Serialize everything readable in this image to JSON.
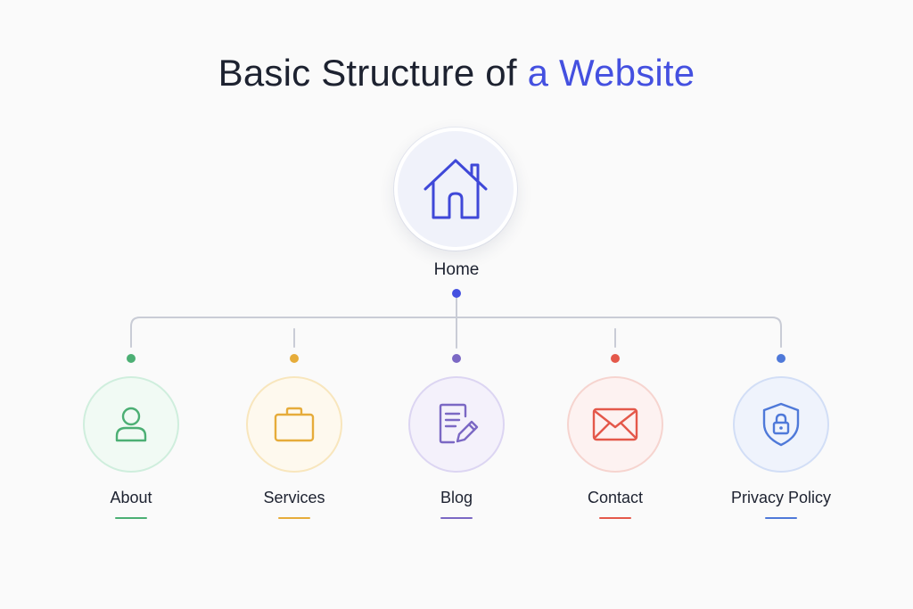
{
  "title": {
    "prefix": "Basic Structure of ",
    "accent": "a Website"
  },
  "home": {
    "label": "Home",
    "icon": "house-icon",
    "color": "#3f48d8"
  },
  "children": [
    {
      "label": "About",
      "icon": "user-icon",
      "color": "#4caf74",
      "fill": "#f1faf4",
      "border": "#cfeedd"
    },
    {
      "label": "Services",
      "icon": "briefcase-icon",
      "color": "#e6ac3a",
      "fill": "#fef9ee",
      "border": "#f8e6bd"
    },
    {
      "label": "Blog",
      "icon": "document-edit-icon",
      "color": "#7b68c4",
      "fill": "#f4f1fb",
      "border": "#dcd5f2"
    },
    {
      "label": "Contact",
      "icon": "envelope-icon",
      "color": "#e4584a",
      "fill": "#fdf2f1",
      "border": "#f6d4cf"
    },
    {
      "label": "Privacy Policy",
      "icon": "shield-lock-icon",
      "color": "#4f79d9",
      "fill": "#eff3fc",
      "border": "#d2def6"
    }
  ],
  "colors": {
    "title_accent": "#4450e0",
    "connector": "#c9ccd6",
    "home_dot": "#4450e0"
  }
}
